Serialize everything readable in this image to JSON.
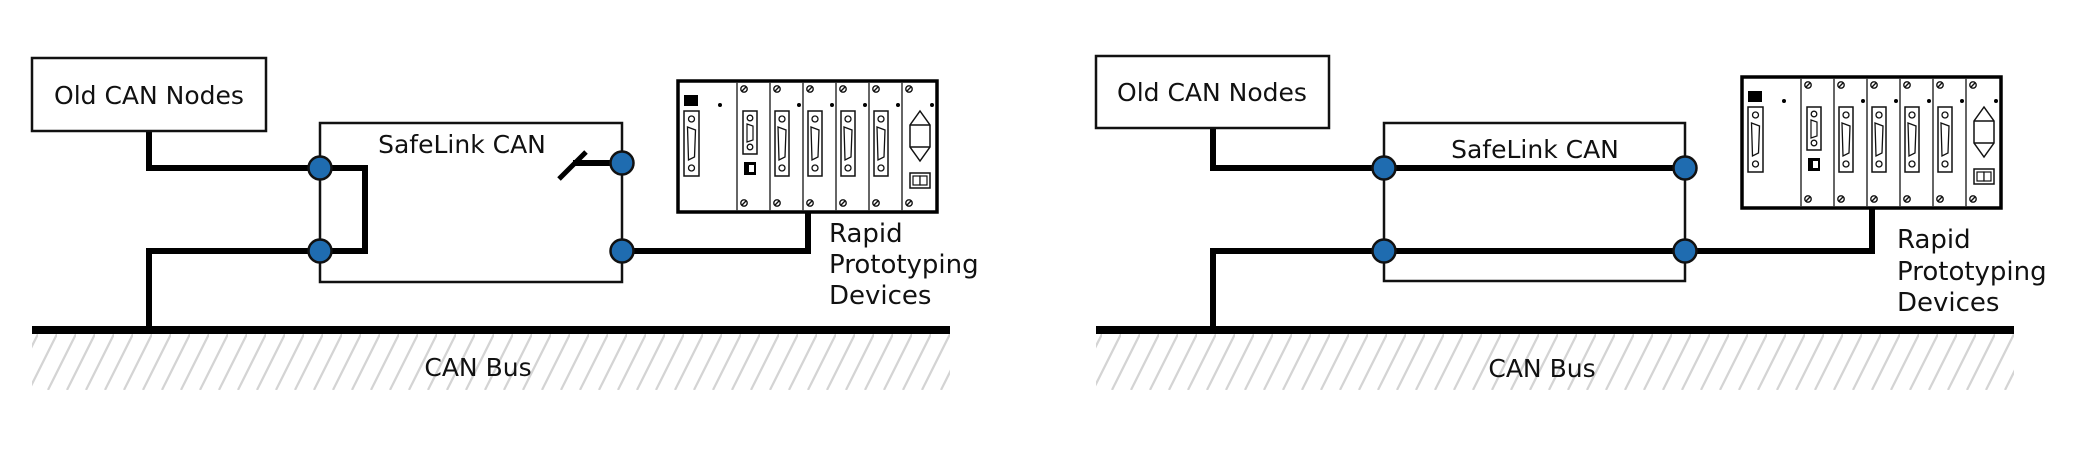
{
  "diagrams": [
    {
      "id": "left",
      "variant": "switch-open",
      "old_nodes_label": "Old CAN Nodes",
      "safelink_label": "SafeLink CAN",
      "devices_label": [
        "Rapid",
        "Prototyping",
        "Devices"
      ],
      "bus_label": "CAN Bus"
    },
    {
      "id": "right",
      "variant": "pass-through",
      "old_nodes_label": "Old CAN Nodes",
      "safelink_label": "SafeLink CAN",
      "devices_label": [
        "Rapid",
        "Prototyping",
        "Devices"
      ],
      "bus_label": "CAN Bus"
    }
  ],
  "colors": {
    "node_fill": "#1f6cb0",
    "line": "#000000",
    "hatch": "#d4d4d4"
  }
}
